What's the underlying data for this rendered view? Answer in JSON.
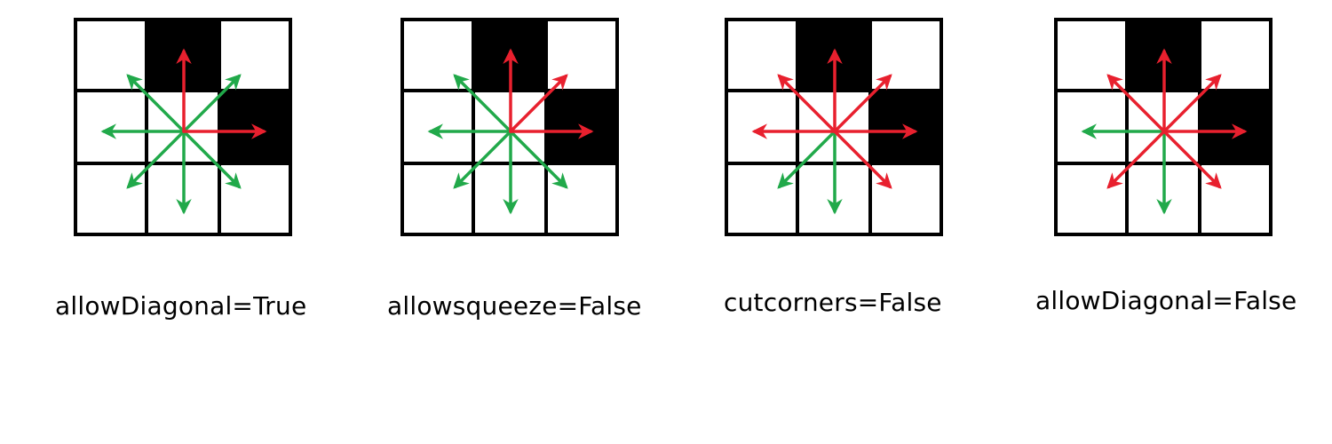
{
  "colors": {
    "allowed": "#21a94a",
    "blocked": "#e8202e",
    "wall": "#000000",
    "cell": "#ffffff",
    "grid_line": "#000000"
  },
  "legend_note": "",
  "panels": [
    {
      "caption": "allowDiagonal=True",
      "walls": [
        [
          0,
          1
        ],
        [
          1,
          2
        ]
      ],
      "arrows": {
        "N": "blocked",
        "NE": "allowed",
        "E": "blocked",
        "SE": "allowed",
        "S": "allowed",
        "SW": "allowed",
        "W": "allowed",
        "NW": "allowed"
      }
    },
    {
      "caption": "allowsqueeze=False",
      "walls": [
        [
          0,
          1
        ],
        [
          1,
          2
        ]
      ],
      "arrows": {
        "N": "blocked",
        "NE": "blocked",
        "E": "blocked",
        "SE": "allowed",
        "S": "allowed",
        "SW": "allowed",
        "W": "allowed",
        "NW": "allowed"
      }
    },
    {
      "caption": "cutcorners=False",
      "walls": [
        [
          0,
          1
        ],
        [
          1,
          2
        ]
      ],
      "arrows": {
        "N": "blocked",
        "NE": "blocked",
        "E": "blocked",
        "SE": "blocked",
        "S": "allowed",
        "SW": "allowed",
        "W": "blocked",
        "NW": "blocked"
      }
    },
    {
      "caption": "allowDiagonal=False",
      "walls": [
        [
          0,
          1
        ],
        [
          1,
          2
        ]
      ],
      "arrows": {
        "N": "blocked",
        "NE": "blocked",
        "E": "blocked",
        "SE": "blocked",
        "S": "allowed",
        "SW": "blocked",
        "W": "allowed",
        "NW": "blocked"
      }
    }
  ]
}
